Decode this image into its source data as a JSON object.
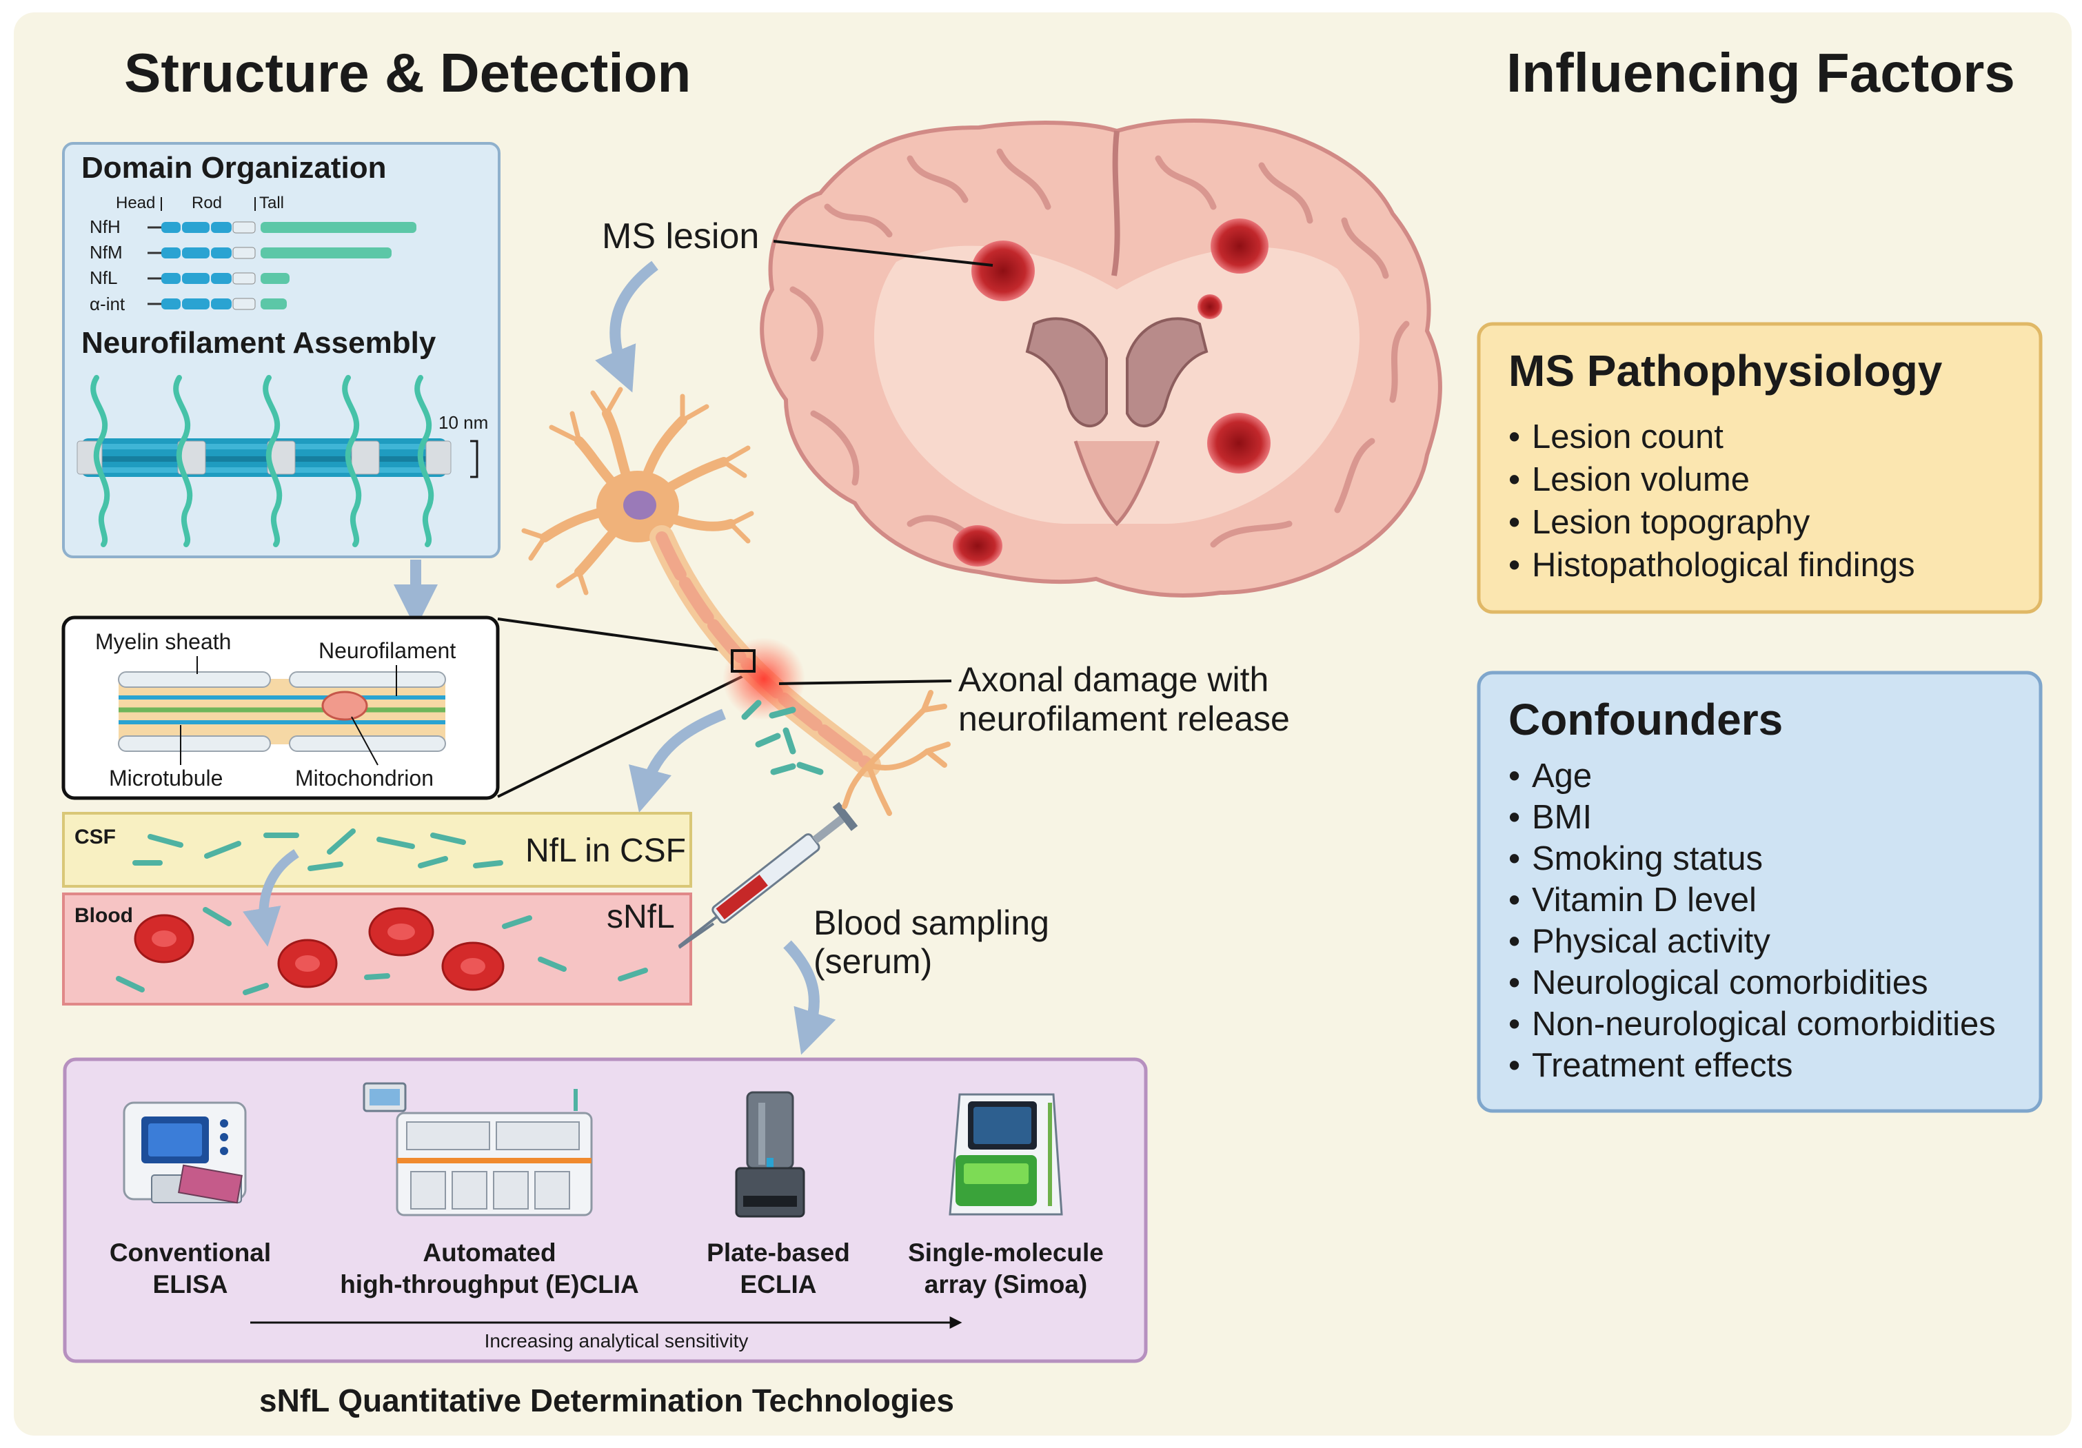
{
  "headings": {
    "left": "Structure & Detection",
    "right": "Influencing Factors",
    "bottom": "sNfL Quantitative Determination Technologies"
  },
  "domain_panel": {
    "title": "Domain Organization",
    "head_label": "Head",
    "rod_label": "Rod",
    "tail_label": "Tall",
    "rows": [
      "NfH",
      "NfM",
      "NfL",
      "α-int"
    ],
    "assembly_title": "Neurofilament Assembly",
    "scale_label": "10 nm"
  },
  "axon_inset": {
    "myelin": "Myelin sheath",
    "neurofilament": "Neurofilament",
    "microtubule": "Microtubule",
    "mitochondrion": "Mitochondrion"
  },
  "fluids": {
    "csf_tag": "CSF",
    "csf_label": "NfL in CSF",
    "blood_tag": "Blood",
    "blood_label": "sNfL"
  },
  "brain_labels": {
    "lesion": "MS lesion",
    "damage_line1": "Axonal damage with",
    "damage_line2": "neurofilament release",
    "sampling_line1": "Blood sampling",
    "sampling_line2": "(serum)"
  },
  "technologies": [
    {
      "line1": "Conventional",
      "line2": "ELISA"
    },
    {
      "line1": "Automated",
      "line2": "high-throughput (E)CLIA"
    },
    {
      "line1": "Plate-based",
      "line2": "ECLIA"
    },
    {
      "line1": "Single-molecule",
      "line2": "array (Simoa)"
    }
  ],
  "sensitivity_label": "Increasing analytical sensitivity",
  "pathophysiology": {
    "title": "MS Pathophysiology",
    "items": [
      "Lesion count",
      "Lesion volume",
      "Lesion topography",
      "Histopathological findings"
    ]
  },
  "confounders": {
    "title": "Confounders",
    "items": [
      "Age",
      "BMI",
      "Smoking status",
      "Vitamin D level",
      "Physical activity",
      "Neurological comorbidities",
      "Non-neurological comorbidities",
      "Treatment effects"
    ]
  },
  "colors": {
    "background": "#f7f4e4",
    "domain_panel": "#dcebf5",
    "pathophysiology_box": "#fbe6b0",
    "confounders_box": "#cfe3f3",
    "tech_box": "#ecdcf0",
    "csf_band": "#f8f0c2",
    "blood_band": "#f6c4c4",
    "lesion": "#b3262a",
    "brain": "#f3c2b5",
    "arrow": "#9db6d3"
  }
}
